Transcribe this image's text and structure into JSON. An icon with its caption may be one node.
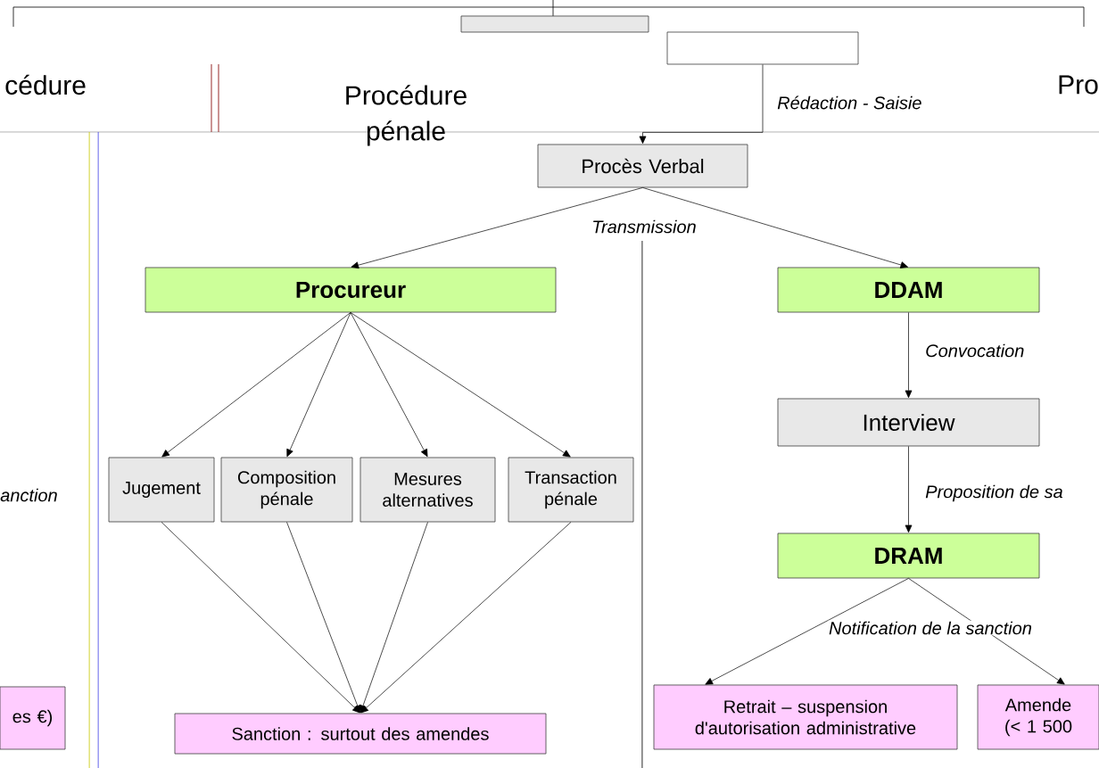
{
  "diagram": {
    "nodes": [
      {
        "text": [],
        "shape": "box"
      },
      {
        "text": [],
        "shape": "box"
      },
      {
        "text": [
          "Procès Verbal"
        ]
      },
      {
        "text": [
          "Procureur"
        ]
      },
      {
        "text": [
          "DDAM"
        ]
      },
      {
        "text": [
          "Jugement"
        ]
      },
      {
        "text": [
          "Composition pénale"
        ]
      },
      {
        "text": [
          "Mesures alternatives"
        ]
      },
      {
        "text": [
          "Transaction pénale"
        ]
      },
      {
        "text": [
          "Sanction : surtout des amendes"
        ]
      },
      {
        "text": [
          "Interview"
        ]
      },
      {
        "text": [
          "DRAM"
        ]
      },
      {
        "text": [
          "Retrait – suspension d'autorisation administrative"
        ]
      },
      {
        "text": [
          "Amende (< 1 500"
        ]
      },
      {
        "text": [
          "es €)"
        ]
      }
    ],
    "edges": [
      {
        "from": 1,
        "to": 2,
        "arrow": "to",
        "label": "Rédaction - Saisie"
      },
      {
        "from": 2,
        "to": 3,
        "arrow": "to",
        "label": "Transmission"
      },
      {
        "from": 2,
        "to": 4,
        "arrow": "to"
      },
      {
        "from": 3,
        "to": 5,
        "arrow": "to"
      },
      {
        "from": 3,
        "to": 6,
        "arrow": "to"
      },
      {
        "from": 3,
        "to": 7,
        "arrow": "to"
      },
      {
        "from": 3,
        "to": 8,
        "arrow": "to"
      },
      {
        "from": 5,
        "to": 9,
        "arrow": "to"
      },
      {
        "from": 6,
        "to": 9,
        "arrow": "to"
      },
      {
        "from": 7,
        "to": 9,
        "arrow": "to"
      },
      {
        "from": 8,
        "to": 9,
        "arrow": "to"
      },
      {
        "from": 4,
        "to": 10,
        "arrow": "to",
        "label": "Convocation"
      },
      {
        "from": 10,
        "to": 11,
        "arrow": "to",
        "label": "Proposition de sa"
      },
      {
        "from": 11,
        "to": 12,
        "arrow": "to",
        "label": "Notification de la sanction"
      },
      {
        "from": 11,
        "to": 13,
        "arrow": "to"
      }
    ],
    "labels": [
      "cédure",
      "Procédure pénale",
      "Pro",
      "anction"
    ]
  }
}
